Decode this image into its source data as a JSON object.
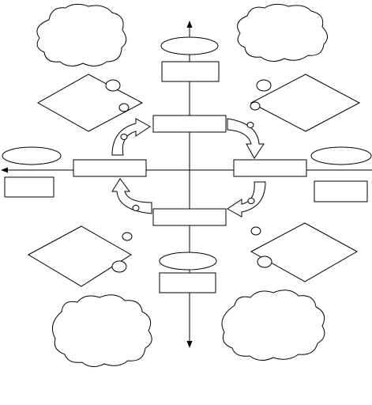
{
  "diagram": {
    "stroke_color": "#000000",
    "fill_color": "#ffffff",
    "description_items": {
      "clouds": 4,
      "diamonds": 4,
      "curved_arrows": 4
    }
  }
}
